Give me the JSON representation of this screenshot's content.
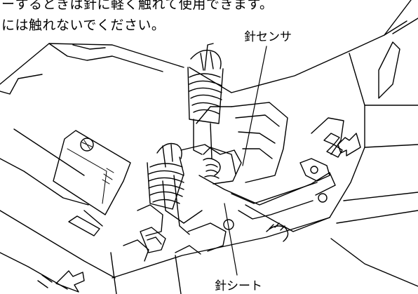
{
  "instructions": {
    "line1": "ーするときは針に軽く触れて使用できます。",
    "line2": "には触れないでください。"
  },
  "callouts": {
    "needle_sensor": "針センサ",
    "needle_sheet": "針シート"
  },
  "colors": {
    "ink": "#000000",
    "paper": "#ffffff"
  }
}
